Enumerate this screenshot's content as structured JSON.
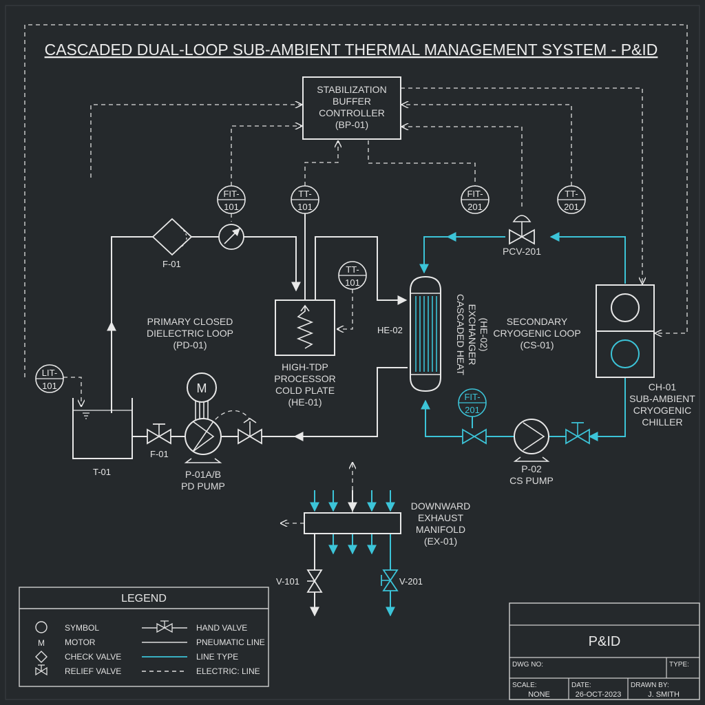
{
  "title": "CASCADED DUAL-LOOP SUB-AMBIENT THERMAL MANAGEMENT SYSTEM - P&ID",
  "controller": {
    "lines": [
      "STABILIZATION",
      "BUFFER",
      "CONTROLLER",
      "(BP-01)"
    ]
  },
  "instruments": {
    "fit101": [
      "FIT-",
      "101"
    ],
    "tt101a": [
      "TT-",
      "101"
    ],
    "tt101b": [
      "TT-",
      "101"
    ],
    "fit201a": [
      "FIT-",
      "201"
    ],
    "tt201": [
      "TT-",
      "201"
    ],
    "fit201b": [
      "FIT-",
      "201"
    ],
    "lit101": [
      "LIT-",
      "101"
    ]
  },
  "labels": {
    "filter": "F-01",
    "hand_valve": "F-01",
    "tank": "T-01",
    "pump1": [
      "P-01A/B",
      "PD PUMP"
    ],
    "motor": "M",
    "primary_loop": [
      "PRIMARY CLOSED",
      "DIELECTRIC LOOP",
      "(PD-01)"
    ],
    "cold_plate": [
      "HIGH-TDP",
      "PROCESSOR",
      "COLD PLATE",
      "(HE-01)"
    ],
    "he02": "HE-02",
    "hx_vertical": [
      "CASCADED HEAT",
      "EXCHANGER",
      "(HE-02)"
    ],
    "secondary_loop": [
      "SECONDARY",
      "CRYOGENIC LOOP",
      "(CS-01)"
    ],
    "pcv": "PCV-201",
    "chiller": [
      "CH-01",
      "SUB-AMBIENT",
      "CRYOGENIC",
      "CHILLER"
    ],
    "pump2": [
      "P-02",
      "CS PUMP"
    ],
    "exhaust": [
      "DOWNWARD",
      "EXHAUST",
      "MANIFOLD",
      "(EX-01)"
    ],
    "v101": "V-101",
    "v201": "V-201"
  },
  "legend": {
    "title": "LEGEND",
    "left": [
      "SYMBOL",
      "MOTOR",
      "CHECK VALVE",
      "RELIEF VALVE"
    ],
    "left_motor_glyph": "M",
    "right": [
      "HAND VALVE",
      "PNEUMATIC LINE",
      "LINE TYPE",
      "ELECTRIC: LINE"
    ]
  },
  "title_block": {
    "heading": "P&ID",
    "dwg_no_label": "DWG NO:",
    "type_label": "TYPE:",
    "scale_label": "SCALE:",
    "scale_value": "NONE",
    "date_label": "DATE:",
    "date_value": "26-OCT-2023",
    "drawn_label": "DRAWN BY:",
    "drawn_value": "J. SMITH"
  },
  "colors": {
    "background": "#25292c",
    "primary_line": "#e8e8e8",
    "secondary_line": "#3cc4d8"
  }
}
